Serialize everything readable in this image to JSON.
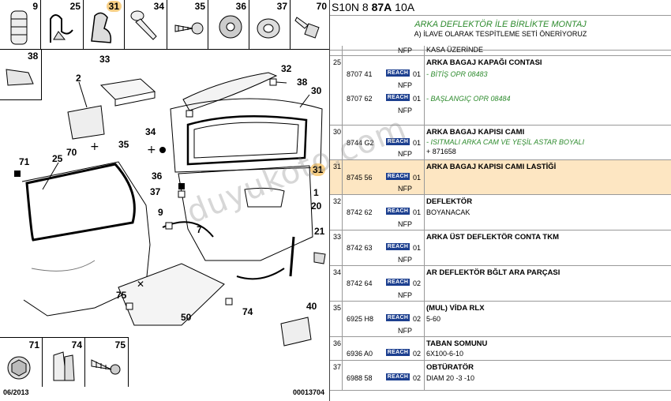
{
  "diagram": {
    "thumbs": [
      {
        "num": "9",
        "icon": "foam-pad-icon"
      },
      {
        "num": "25",
        "icon": "clip-icon"
      },
      {
        "num": "31",
        "icon": "seal-profile-icon",
        "highlight": true
      },
      {
        "num": "34",
        "icon": "pin-icon"
      },
      {
        "num": "35",
        "icon": "screw-icon"
      },
      {
        "num": "36",
        "icon": "washer-icon"
      },
      {
        "num": "37",
        "icon": "grommet-icon"
      },
      {
        "num": "70",
        "icon": "bolt-icon"
      }
    ],
    "box38": {
      "num": "38"
    },
    "bottom_thumbs": [
      {
        "num": "71",
        "icon": "nut-icon"
      },
      {
        "num": "74",
        "icon": "clip-icon"
      },
      {
        "num": "75",
        "icon": "screw-icon"
      }
    ],
    "callouts": [
      {
        "id": "c2",
        "label": "2"
      },
      {
        "id": "c25",
        "label": "25"
      },
      {
        "id": "c30",
        "label": "30"
      },
      {
        "id": "c31",
        "label": "31",
        "highlight": true
      },
      {
        "id": "c32",
        "label": "32"
      },
      {
        "id": "c33",
        "label": "33"
      },
      {
        "id": "c34",
        "label": "34"
      },
      {
        "id": "c35",
        "label": "35"
      },
      {
        "id": "c36",
        "label": "36"
      },
      {
        "id": "c37",
        "label": "37"
      },
      {
        "id": "c38",
        "label": "38"
      },
      {
        "id": "c40",
        "label": "40"
      },
      {
        "id": "c50",
        "label": "50"
      },
      {
        "id": "c70",
        "label": "70"
      },
      {
        "id": "c71",
        "label": "71"
      },
      {
        "id": "c74",
        "label": "74"
      },
      {
        "id": "c75",
        "label": "75"
      },
      {
        "id": "c9",
        "label": "9"
      },
      {
        "id": "c1",
        "label": "1"
      },
      {
        "id": "c7",
        "label": "7"
      },
      {
        "id": "c20",
        "label": "20"
      },
      {
        "id": "c21",
        "label": "21"
      }
    ],
    "footer_left": "06/2013",
    "footer_right": "00013704"
  },
  "parts": {
    "code_parts": [
      "S10N 8 ",
      "87A",
      " 10A"
    ],
    "assembly_title": "ARKA DEFLEKTÖR İLE BİRLİKTE MONTAJ",
    "assembly_sub": "A) İLAVE OLARAK TESPİTLEME SETİ ÖNERİYORUZ",
    "clipped_note": "KASA ÜZERİNDE",
    "clipped_nfp": "NFP",
    "reach_label": "REACH",
    "nfp_label": "NFP",
    "rows": [
      {
        "pos": "25",
        "title": "ARKA BAGAJ KAPAĞI CONTASI",
        "refs": [
          {
            "ref": "8707 41",
            "qty": "01",
            "note": "- BİTİŞ OPR 08483"
          },
          {
            "ref": "8707 62",
            "qty": "01",
            "note": "- BAŞLANGIÇ OPR 08484"
          }
        ]
      },
      {
        "pos": "30",
        "title": "ARKA BAGAJ KAPISI CAMI",
        "refs": [
          {
            "ref": "8744 G2",
            "qty": "01",
            "note": "- ISITMALI ARKA CAM VE YEŞİL ASTAR BOYALI",
            "note2": "+ 871658"
          }
        ]
      },
      {
        "pos": "31",
        "title": "ARKA BAGAJ KAPISI CAMI LASTİĞİ",
        "highlight": true,
        "refs": [
          {
            "ref": "8745 56",
            "qty": "01",
            "note": ""
          }
        ]
      },
      {
        "pos": "32",
        "title": "DEFLEKTÖR",
        "refs": [
          {
            "ref": "8742 62",
            "qty": "01",
            "note": "BOYANACAK",
            "plain": true
          }
        ]
      },
      {
        "pos": "33",
        "title": "ARKA ÜST DEFLEKTÖR CONTA TKM",
        "refs": [
          {
            "ref": "8742 63",
            "qty": "01",
            "note": ""
          }
        ]
      },
      {
        "pos": "34",
        "title": "AR DEFLEKTÖR BĞLT ARA PARÇASI",
        "refs": [
          {
            "ref": "8742 64",
            "qty": "02",
            "note": ""
          }
        ]
      },
      {
        "pos": "35",
        "title": "(MUL) VİDA RLX",
        "refs": [
          {
            "ref": "6925 H8",
            "qty": "02",
            "note": "5-60",
            "plain": true
          }
        ]
      },
      {
        "pos": "36",
        "title": "TABAN SOMUNU",
        "refs": [
          {
            "ref": "6936 A0",
            "qty": "02",
            "note": "6X100-6-10",
            "plain": true
          }
        ]
      },
      {
        "pos": "37",
        "title": "OBTÜRATÖR",
        "refs": [
          {
            "ref": "6988 58",
            "qty": "02",
            "note": "DIAM 20 -3 -10",
            "plain": true
          }
        ]
      }
    ]
  },
  "watermark": "duyukoto.com",
  "colors": {
    "highlight": "#f7cf86",
    "row_highlight": "#fde6c2",
    "reach": "#1c3f8f",
    "green": "#2e8b2e"
  }
}
